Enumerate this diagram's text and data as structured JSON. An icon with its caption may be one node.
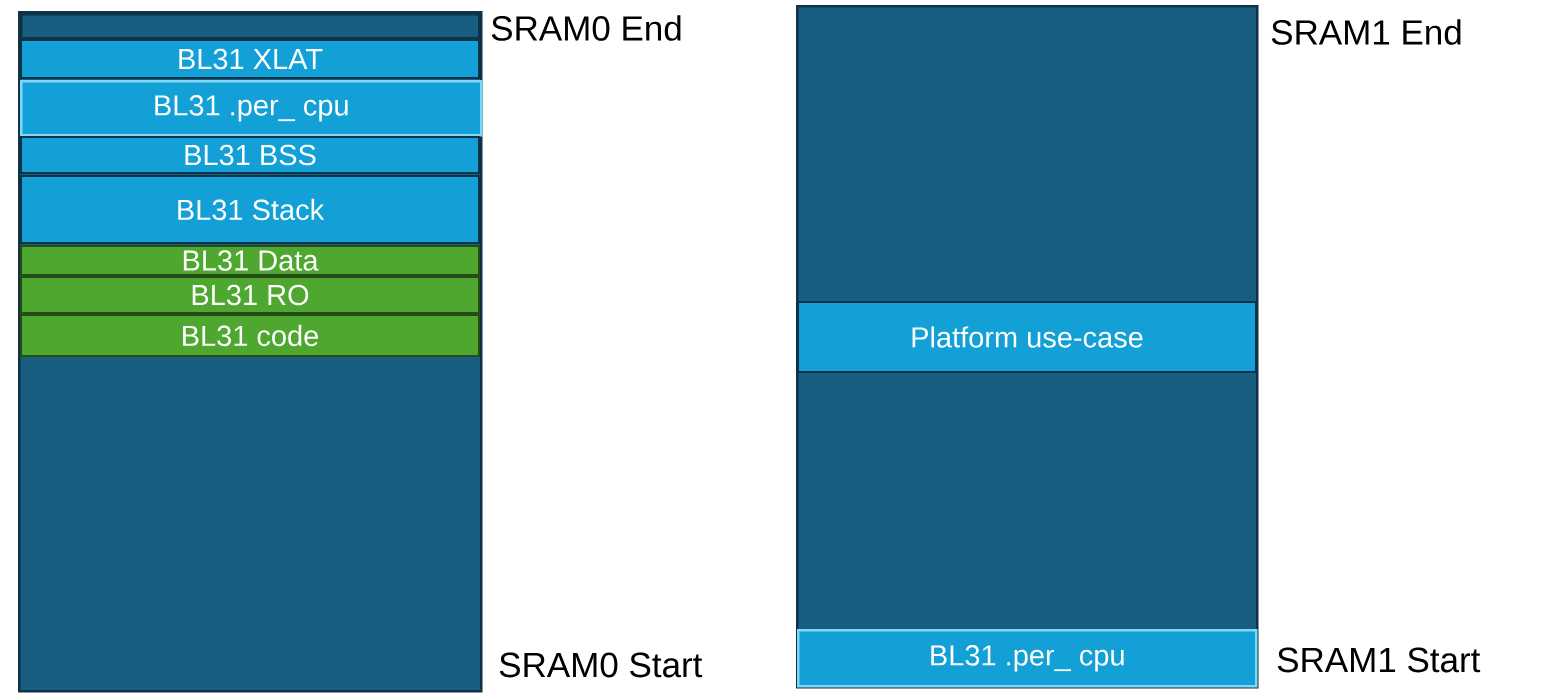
{
  "diagram": {
    "nodes": [
      {
        "text": [],
        "shape": "box",
        "beside": [
          "SRAM0 End",
          "SRAM0 Start"
        ]
      },
      {
        "text": [],
        "shape": "box",
        "in": 0
      },
      {
        "text": [
          "BL31 XLAT"
        ],
        "in": 0
      },
      {
        "text": [
          "BL31 .per_ cpu"
        ],
        "in": 0
      },
      {
        "text": [
          "BL31 BSS"
        ],
        "in": 0
      },
      {
        "text": [
          "BL31 Stack"
        ],
        "in": 0
      },
      {
        "text": [
          "BL31 Data"
        ],
        "in": 0
      },
      {
        "text": [
          "BL31 RO"
        ],
        "in": 0
      },
      {
        "text": [
          "BL31 code"
        ],
        "in": 0
      },
      {
        "text": [],
        "shape": "box",
        "beside": [
          "SRAM1 End",
          "SRAM1 Start"
        ]
      },
      {
        "text": [
          "Platform use-case"
        ],
        "in": 9
      },
      {
        "text": [
          "BL31 .per_ cpu"
        ],
        "in": 9
      }
    ]
  }
}
